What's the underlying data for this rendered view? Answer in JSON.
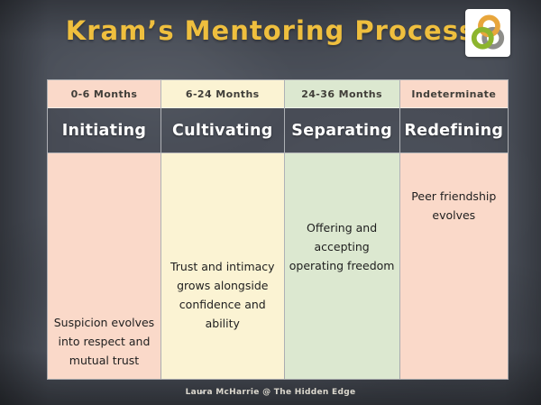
{
  "title": "Kram’s Mentoring Process",
  "logo": {
    "description": "three interlocking rings",
    "colors": {
      "orange": "#E8A63C",
      "green": "#8DB52E",
      "gray": "#8D8D89"
    },
    "background": "#FFFFFF"
  },
  "colors": {
    "slide_background": "#4C515B",
    "title_text": "#EFBF3E",
    "phase_text": "#FFFFFF",
    "duration_text": "#403E39",
    "body_text": "#1E1E1E",
    "pink": "#FAD9C9",
    "cream": "#FBF3D3",
    "green": "#DCE8D0"
  },
  "table": {
    "columns": [
      {
        "duration": "0-6 Months",
        "phase": "Initiating",
        "description": "Suspicion evolves into respect and mutual trust",
        "color": "#FAD9C9"
      },
      {
        "duration": "6-24 Months",
        "phase": "Cultivating",
        "description": "Trust and intimacy grows alongside confidence and ability",
        "color": "#FBF3D3"
      },
      {
        "duration": "24-36 Months",
        "phase": "Separating",
        "description": "Offering and accepting operating freedom",
        "color": "#DCE8D0"
      },
      {
        "duration": "Indeterminate",
        "phase": "Redefining",
        "description": "Peer friendship evolves",
        "color": "#FAD9C9"
      }
    ]
  },
  "footer": {
    "bullet": "•",
    "credit": "Laura McHarrie @ The Hidden Edge"
  }
}
